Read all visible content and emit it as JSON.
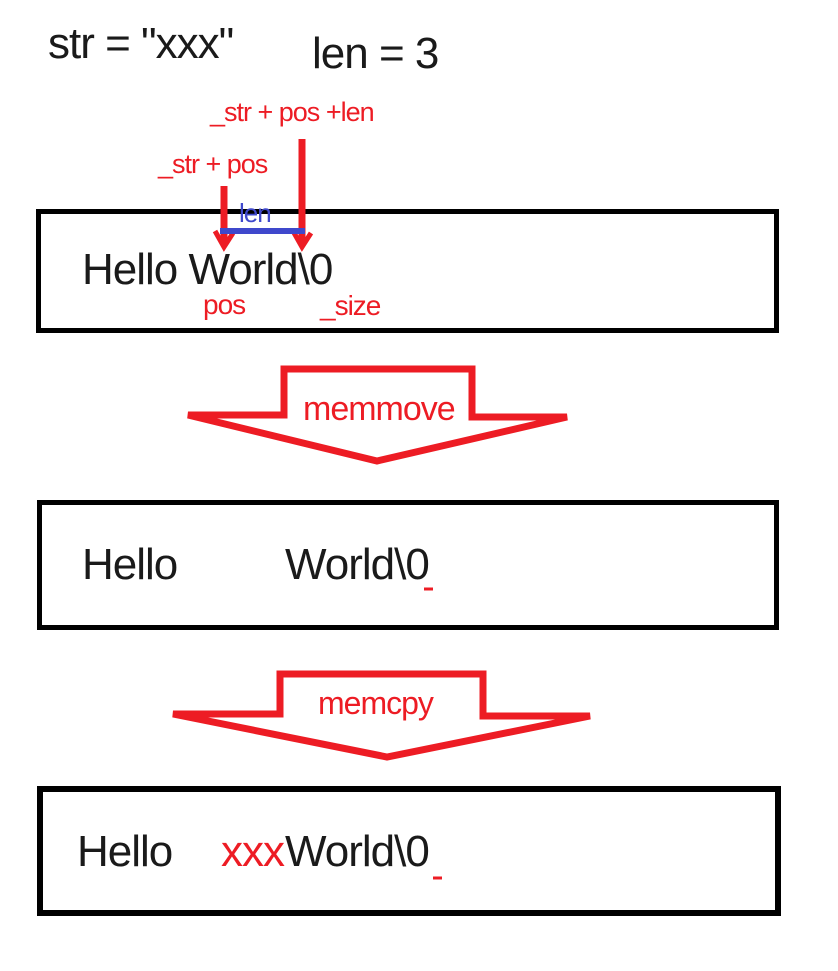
{
  "header": {
    "str_decl": "str = \"xxx\"",
    "len_decl": "len = 3"
  },
  "annotations": {
    "ptr_pos_len": "_str + pos +len",
    "ptr_pos": "_str + pos",
    "len_label": "len",
    "pos_label": "pos",
    "size_label": "_size"
  },
  "operations": {
    "step1_label": "memmove",
    "step2_label": "memcpy"
  },
  "boxes": {
    "initial": {
      "text": "Hello World\\0"
    },
    "after_memmove": {
      "left": "Hello",
      "right": "World\\0"
    },
    "after_memcpy": {
      "left": "Hello",
      "inserted": "xxx",
      "right": "World\\0"
    }
  },
  "colors": {
    "annotation_red": "#ed1c24",
    "len_blue": "#3f48cc",
    "border_black": "#000000",
    "text_black": "#1a1a1a"
  }
}
